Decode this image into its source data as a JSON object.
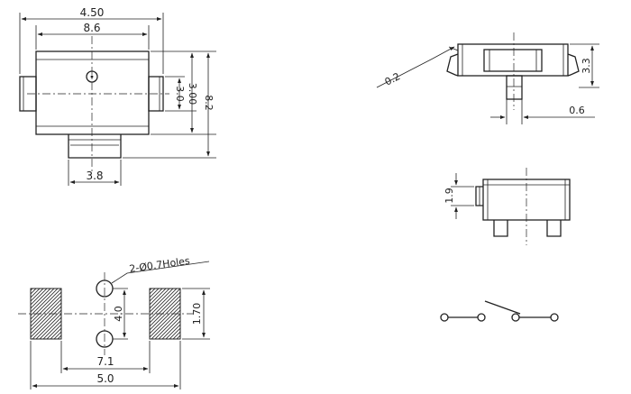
{
  "drawing": {
    "top_view": {
      "dims": {
        "overall_width": "4.50",
        "body_width": "8.6",
        "terminal_height": "3.0",
        "body_height": "3.00",
        "overall_height": "8.2",
        "actuator_width": "3.8"
      }
    },
    "side_view": {
      "dims": {
        "lead_thickness": "0.2",
        "height": "3.3",
        "post_width": "0.6"
      }
    },
    "front_view": {
      "dims": {
        "height": "1.9"
      }
    },
    "footprint": {
      "hole_note": "2-Ø0.7Holes",
      "dims": {
        "hole_pitch": "4.0",
        "pad_height": "1.70",
        "pad_inner": "7.1",
        "pad_outer": "5.0"
      }
    },
    "schematic": {
      "symbol": "switch-symbol"
    },
    "colors": {
      "line": "#222222",
      "background": "#ffffff"
    }
  }
}
